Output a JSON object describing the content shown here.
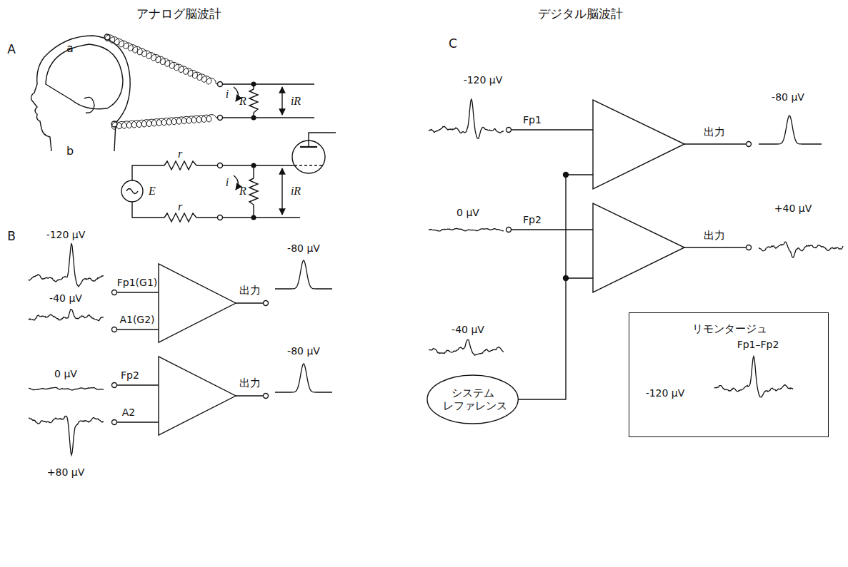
{
  "diagram": {
    "nodes": [
      {
        "text": [
          "システム レファレンス"
        ]
      },
      {
        "text": [
          "リモンタージュ",
          "Fp1–Fp2",
          "-120 μV"
        ]
      }
    ],
    "labels": [
      "アナログ脳波計",
      "デジタル脳波計",
      "A",
      "a",
      "i",
      "R",
      "iR",
      "b",
      "r",
      "i",
      "E",
      "R",
      "iR",
      "r",
      "B",
      "-120 μV",
      "Fp1(G1)",
      "-40 μV",
      "A1(G2)",
      "出力",
      "-80 μV",
      "0 μV",
      "Fp2",
      "A2",
      "+80 μV",
      "出力",
      "-80 μV",
      "C",
      "-120 μV",
      "Fp1",
      "出力",
      "-80 μV",
      "0 μV",
      "Fp2",
      "出力",
      "+40 μV",
      "-40 μV"
    ]
  }
}
